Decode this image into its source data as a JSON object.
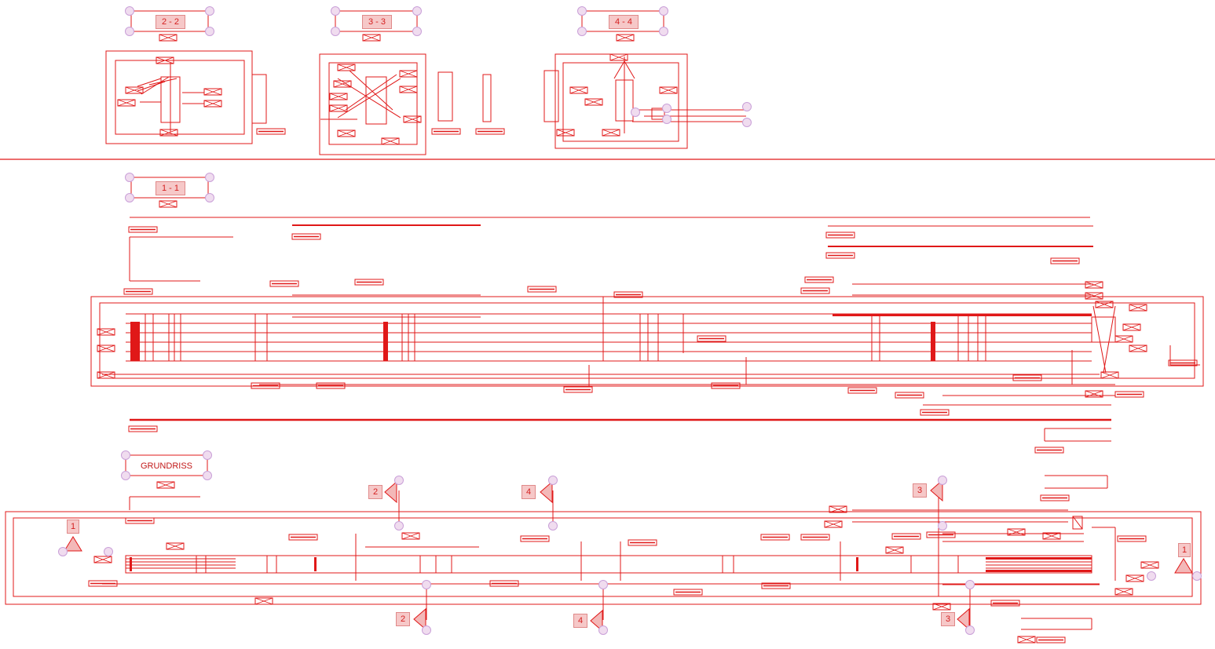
{
  "section_labels": {
    "s22": "2 - 2",
    "s33": "3 - 3",
    "s44": "4 - 4",
    "s11": "1 - 1",
    "grundriss": "GRUNDRISS"
  },
  "markers": {
    "m1_left": "1",
    "m1_right": "1",
    "m2_top": "2",
    "m2_bottom": "2",
    "m3_top": "3",
    "m3_bottom": "3",
    "m4_top": "4",
    "m4_bottom": "4"
  },
  "colors": {
    "line": "#e01818",
    "marker_fill": "#f3b8b8",
    "circle": "#c9a0d8"
  }
}
